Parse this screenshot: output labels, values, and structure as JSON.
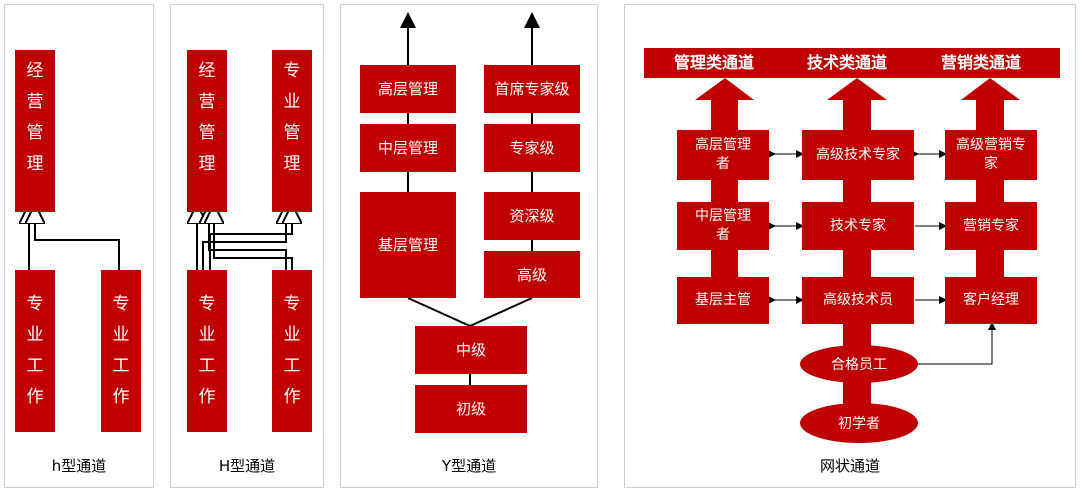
{
  "h_channel": {
    "caption": "h型通道",
    "mgmt": "经营管理",
    "work1": "专业工作",
    "work2": "专业工作"
  },
  "H_channel": {
    "caption": "H型通道",
    "mgmt": "经营管理",
    "prof": "专业管理",
    "work1": "专业工作",
    "work2": "专业工作"
  },
  "Y_channel": {
    "caption": "Y型通道",
    "left": [
      "高层管理",
      "中层管理",
      "基层管理"
    ],
    "right": [
      "首席专家级",
      "专家级",
      "资深级",
      "高级"
    ],
    "base": [
      "中级",
      "初级"
    ]
  },
  "net_channel": {
    "caption": "网状通道",
    "headers": [
      "管理类通道",
      "技术类通道",
      "营销类通道"
    ],
    "mgmt": [
      "高层管理者",
      "中层管理者",
      "基层主管"
    ],
    "tech": [
      "高级技术专家",
      "技术专家",
      "高级技术员"
    ],
    "sales": [
      "高级营销专家",
      "营销专家",
      "客户经理"
    ],
    "base": [
      "合格员工",
      "初学者"
    ]
  },
  "colors": {
    "accent": "#c00000",
    "line": "#000000"
  }
}
